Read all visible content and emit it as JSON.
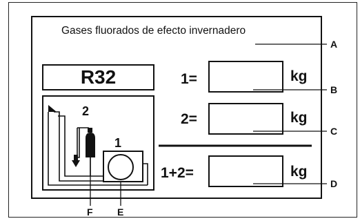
{
  "label": {
    "title": "Gases fluorados de efecto invernadero",
    "refrigerant": "R32",
    "rows": [
      {
        "eq": "1=",
        "unit": "kg",
        "value": ""
      },
      {
        "eq": "2=",
        "unit": "kg",
        "value": ""
      },
      {
        "eq": "1+2=",
        "unit": "kg",
        "value": ""
      }
    ],
    "diagram": {
      "outdoor_number": "1",
      "added_number": "2"
    },
    "callouts": {
      "A": "A",
      "B": "B",
      "C": "C",
      "D": "D",
      "E": "E",
      "F": "F"
    }
  }
}
